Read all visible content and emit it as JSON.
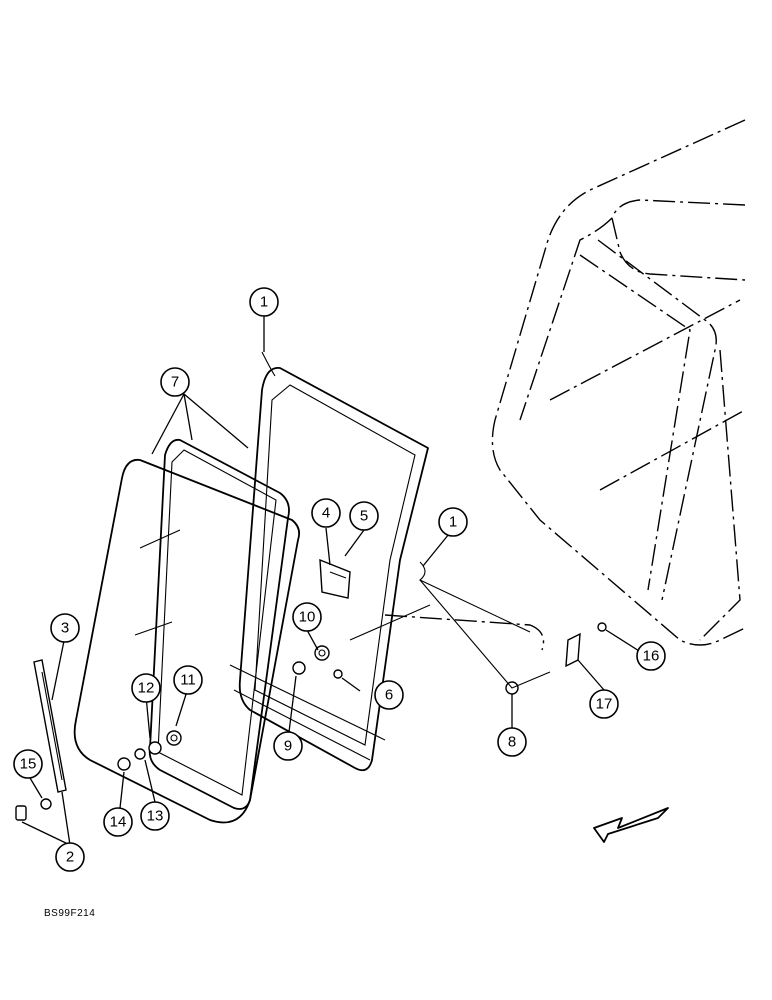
{
  "figure": {
    "code": "BS99F214",
    "callouts": [
      "1",
      "1",
      "2",
      "3",
      "4",
      "5",
      "6",
      "7",
      "8",
      "9",
      "10",
      "11",
      "12",
      "13",
      "14",
      "15",
      "16",
      "17"
    ]
  },
  "colors": {
    "ink": "#000000",
    "paper": "#ffffff"
  },
  "icons": {
    "direction": "arrow-icon"
  }
}
